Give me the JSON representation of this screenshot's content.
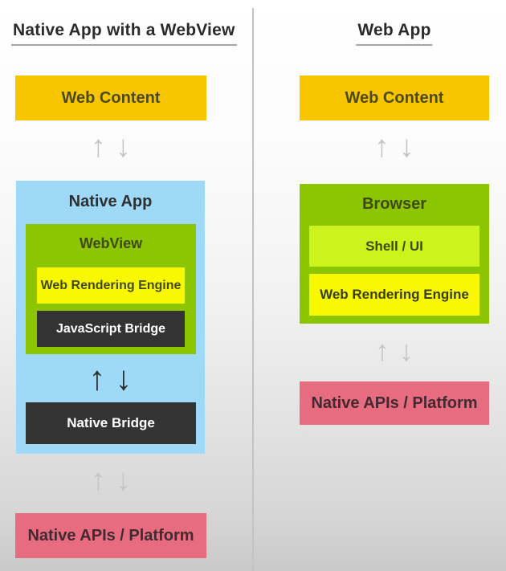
{
  "left": {
    "title": "Native App with a WebView",
    "web_content": "Web Content",
    "native_app": {
      "label": "Native App",
      "webview": {
        "label": "WebView",
        "web_rendering_engine": "Web Rendering Engine",
        "javascript_bridge": "JavaScript Bridge"
      },
      "native_bridge": "Native Bridge"
    },
    "native_apis": "Native APIs / Platform"
  },
  "right": {
    "title": "Web App",
    "web_content": "Web Content",
    "browser": {
      "label": "Browser",
      "shell_ui": "Shell / UI",
      "web_rendering_engine": "Web Rendering Engine"
    },
    "native_apis": "Native APIs / Platform"
  },
  "arrows": {
    "up": "↑",
    "down": "↓"
  },
  "colors": {
    "gold": "#f8c601",
    "sky_blue": "#9ed9f7",
    "green": "#8cc502",
    "lime": "#ccf41c",
    "yellow": "#f8f800",
    "charcoal": "#333333",
    "pink": "#e76c80",
    "arrow_gray": "#c5c5c5",
    "arrow_black": "#2d2d2d",
    "divider_gray": "#c3c3c3"
  }
}
